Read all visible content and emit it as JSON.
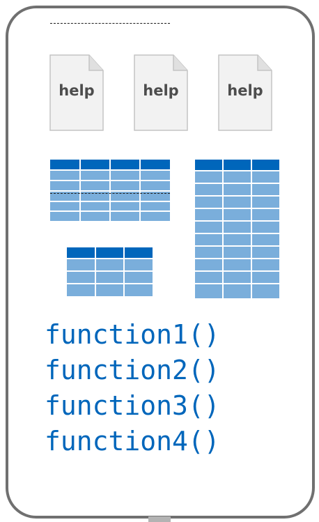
{
  "help_docs": [
    {
      "label": "help"
    },
    {
      "label": "help"
    },
    {
      "label": "help"
    }
  ],
  "tables": [
    {
      "name": "wide-table",
      "columns": 4,
      "rows": 5
    },
    {
      "name": "small-table",
      "columns": 3,
      "rows": 3
    },
    {
      "name": "tall-table",
      "columns": 3,
      "rows": 11
    }
  ],
  "functions": [
    "function1()",
    "function2()",
    "function3()",
    "function4()"
  ],
  "colors": {
    "border": "#707070",
    "header": "#0066bb",
    "cells": "#7aaedb",
    "text": "#0066bb",
    "doc_label": "#4d4d4d"
  }
}
